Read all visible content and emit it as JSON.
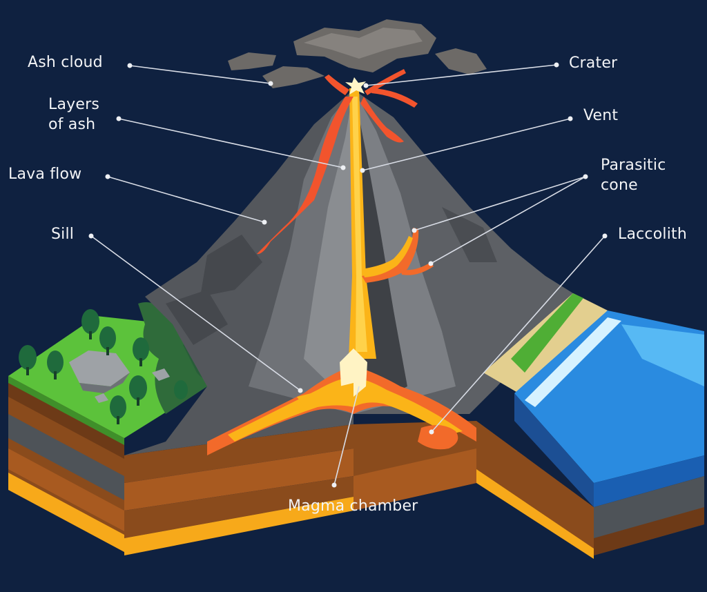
{
  "colors": {
    "background": "#0f2140",
    "label_text": "#f3f4f6",
    "leader_line": "#d9dde6",
    "magma": "#fbb418",
    "lava": "#f2542d",
    "rock": "#6b6e73",
    "grass": "#5cc23b",
    "ocean": "#2d8de0"
  },
  "labels": {
    "ash_cloud": "Ash cloud",
    "layers_of_ash": "Layers\nof ash",
    "lava_flow": "Lava flow",
    "sill": "Sill",
    "crater": "Crater",
    "vent": "Vent",
    "parasitic_cone": "Parasitic\ncone",
    "laccolith": "Laccolith",
    "magma_chamber": "Magma chamber"
  }
}
